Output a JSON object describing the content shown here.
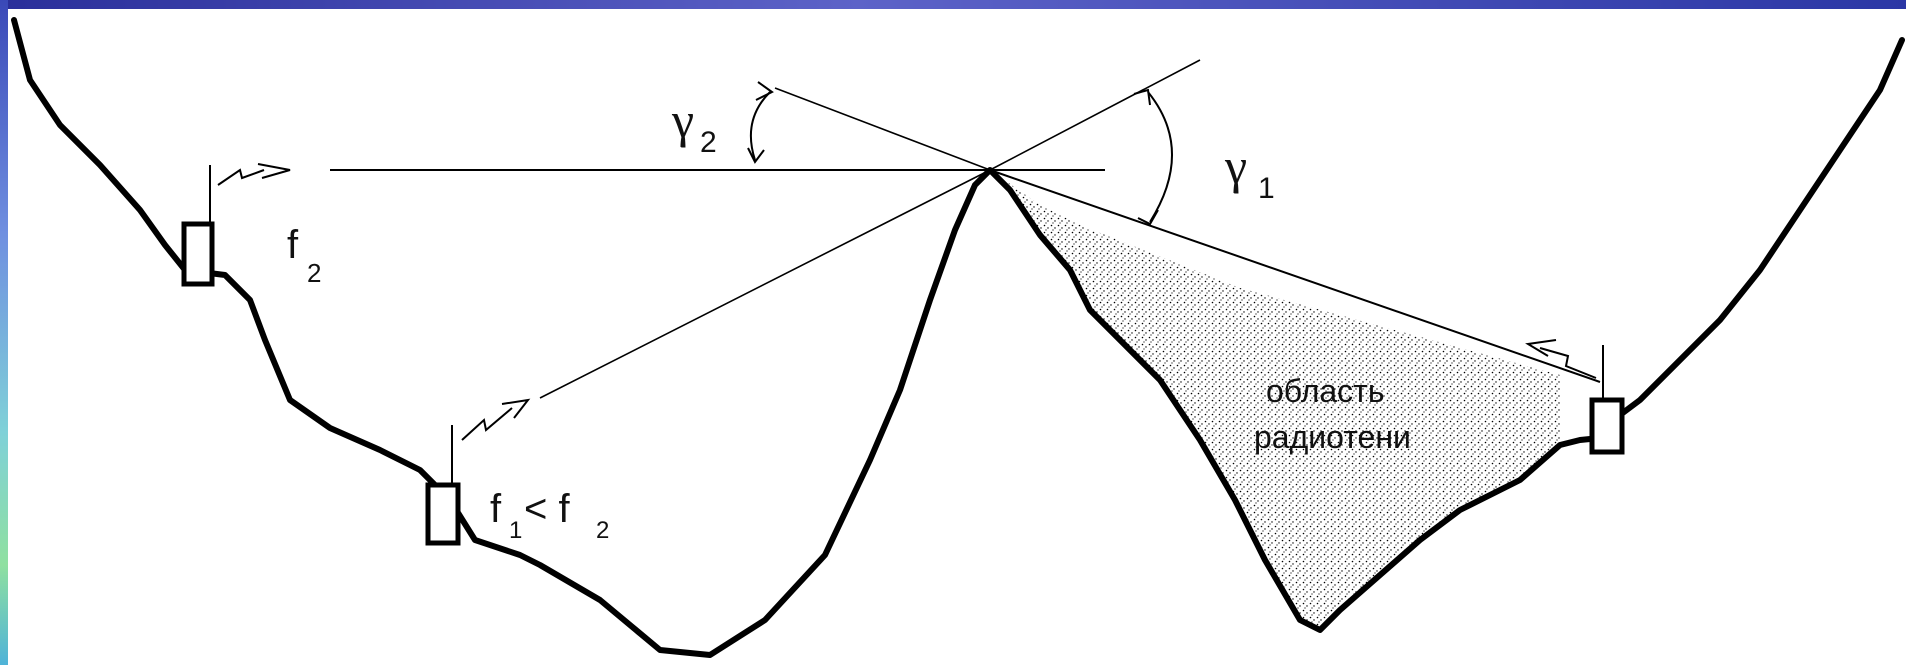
{
  "labels": {
    "gamma2": "γ",
    "gamma2_sub": "2",
    "gamma1": "γ",
    "gamma1_sub": "1",
    "f2": "f",
    "f2_sub": "2",
    "f1_cmp": {
      "f": "f",
      "sub1": "1",
      "lt": " < f",
      "sub2": "2"
    },
    "shadow_line1": "область",
    "shadow_line2": "радиотени"
  },
  "colors": {
    "ink": "#000000",
    "band_top": "#2a2f9a",
    "band_left": "#6f8fe0",
    "shadow_fill": "#d4d4d4"
  }
}
